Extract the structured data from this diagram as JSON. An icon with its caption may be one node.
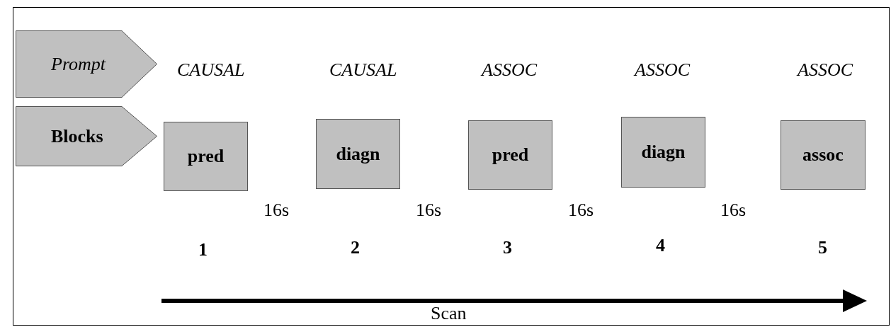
{
  "diagram": {
    "nodes": [
      {
        "text": [
          "Prompt"
        ]
      },
      {
        "text": [
          "Blocks"
        ]
      },
      {
        "text": [
          "pred"
        ]
      },
      {
        "text": [
          "diagn"
        ]
      },
      {
        "text": [
          "pred"
        ]
      },
      {
        "text": [
          "diagn"
        ]
      },
      {
        "text": [
          "assoc"
        ]
      }
    ],
    "labels": [
      "CAUSAL",
      "CAUSAL",
      "ASSOC",
      "ASSOC",
      "ASSOC",
      "16s",
      "16s",
      "16s",
      "16s",
      "1",
      "2",
      "3",
      "4",
      "5",
      "Scan"
    ]
  }
}
